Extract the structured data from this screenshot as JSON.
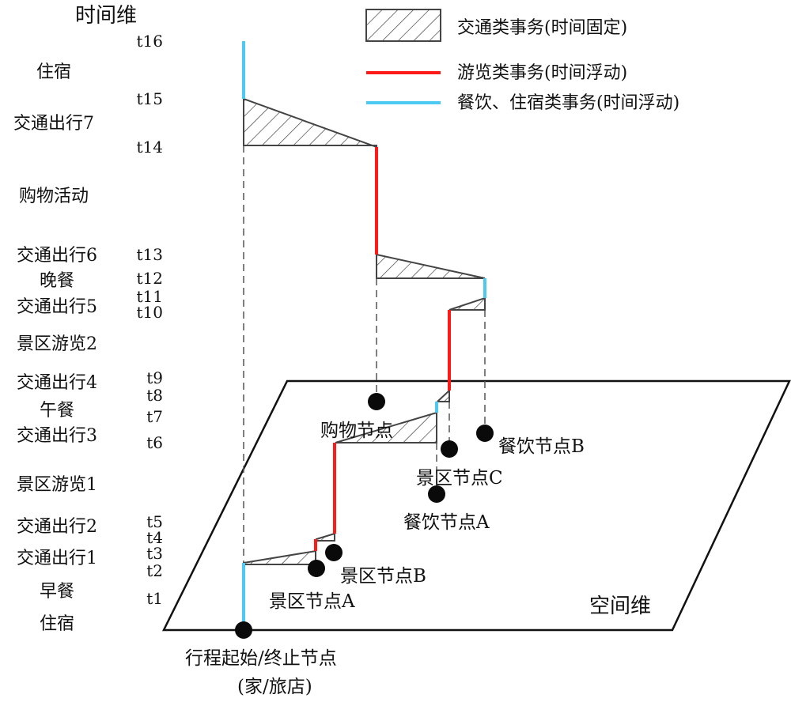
{
  "axes": {
    "time": "时间维",
    "space": "空间维"
  },
  "legend": [
    {
      "label": "交通类事务(时间固定)",
      "style": "hatched"
    },
    {
      "label": "游览类事务(时间浮动)",
      "color": "#ff1a1a"
    },
    {
      "label": "餐饮、住宿类事务(时间浮动)",
      "color": "#4ccaf2"
    }
  ],
  "time_ticks": [
    "t16",
    "t15",
    "t14",
    "t13",
    "t12",
    "t11",
    "t10",
    "t9",
    "t8",
    "t7",
    "t6",
    "t5",
    "t4",
    "t3",
    "t2",
    "t1"
  ],
  "activities": [
    "住宿",
    "交通出行7",
    "购物活动",
    "交通出行6",
    "晚餐",
    "交通出行5",
    "景区游览2",
    "交通出行4",
    "午餐",
    "交通出行3",
    "景区游览1",
    "交通出行2",
    "交通出行1",
    "早餐",
    "住宿"
  ],
  "nodes": {
    "origin_line1": "行程起始/终止节点",
    "origin_line2": "(家/旅店)",
    "scenic_a": "景区节点A",
    "scenic_b": "景区节点B",
    "scenic_c": "景区节点C",
    "dining_a": "餐饮节点A",
    "dining_b": "餐饮节点B",
    "shopping": "购物节点"
  }
}
